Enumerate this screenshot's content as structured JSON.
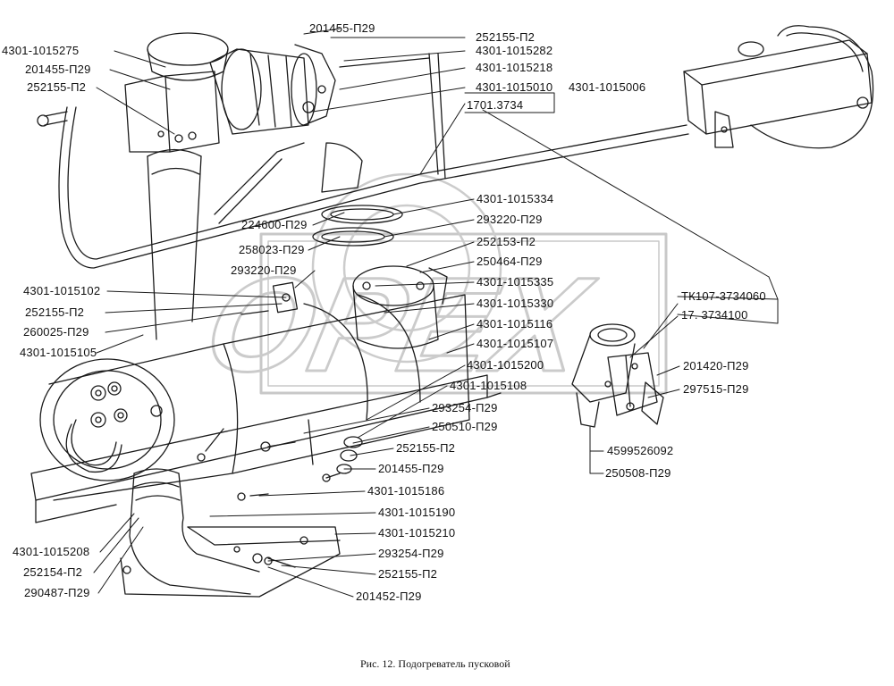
{
  "figure": {
    "caption": "Рис. 12. Подогреватель пусковой",
    "watermark": "OPEX",
    "colors": {
      "ink": "#1a1a1a",
      "paper": "#ffffff",
      "watermark": "#cfcfcf"
    }
  },
  "labels": [
    {
      "id": "l01",
      "text": "201455-П29"
    },
    {
      "id": "l02",
      "text": "252155-П2"
    },
    {
      "id": "l03",
      "text": "4301-1015275"
    },
    {
      "id": "l04",
      "text": "4301-1015282"
    },
    {
      "id": "l05",
      "text": "201455-П29"
    },
    {
      "id": "l06",
      "text": "4301-1015218"
    },
    {
      "id": "l07",
      "text": "252155-П2"
    },
    {
      "id": "l08",
      "text": "4301-1015010"
    },
    {
      "id": "l09",
      "text": "4301-1015006"
    },
    {
      "id": "l10",
      "text": "1701.3734"
    },
    {
      "id": "l11",
      "text": "4301-1015334"
    },
    {
      "id": "l12",
      "text": "293220-П29"
    },
    {
      "id": "l13",
      "text": "224600-П29"
    },
    {
      "id": "l14",
      "text": "252153-П2"
    },
    {
      "id": "l15",
      "text": "258023-П29"
    },
    {
      "id": "l16",
      "text": "250464-П29"
    },
    {
      "id": "l17",
      "text": "293220-П29"
    },
    {
      "id": "l18",
      "text": "4301-1015335"
    },
    {
      "id": "l19",
      "text": "4301-1015102"
    },
    {
      "id": "l20",
      "text": "4301-1015330"
    },
    {
      "id": "l21",
      "text": "ТК107-3734060"
    },
    {
      "id": "l22",
      "text": "252155-П2"
    },
    {
      "id": "l23",
      "text": "4301-1015116"
    },
    {
      "id": "l24",
      "text": "17. 3734100"
    },
    {
      "id": "l25",
      "text": "260025-П29"
    },
    {
      "id": "l26",
      "text": "4301-1015107"
    },
    {
      "id": "l27",
      "text": "4301-1015105"
    },
    {
      "id": "l28",
      "text": "4301-1015200"
    },
    {
      "id": "l29",
      "text": "201420-П29"
    },
    {
      "id": "l30",
      "text": "4301-1015108"
    },
    {
      "id": "l31",
      "text": "297515-П29"
    },
    {
      "id": "l32",
      "text": "293254-П29"
    },
    {
      "id": "l33",
      "text": "250510-П29"
    },
    {
      "id": "l34",
      "text": "4599526092"
    },
    {
      "id": "l35",
      "text": "252155-П2"
    },
    {
      "id": "l36",
      "text": "250508-П29"
    },
    {
      "id": "l37",
      "text": "201455-П29"
    },
    {
      "id": "l38",
      "text": "4301-1015186"
    },
    {
      "id": "l39",
      "text": "4301-1015190"
    },
    {
      "id": "l40",
      "text": "4301-1015210"
    },
    {
      "id": "l41",
      "text": "4301-1015208"
    },
    {
      "id": "l42",
      "text": "293254-П29"
    },
    {
      "id": "l43",
      "text": "252154-П2"
    },
    {
      "id": "l44",
      "text": "252155-П2"
    },
    {
      "id": "l45",
      "text": "290487-П29"
    },
    {
      "id": "l46",
      "text": "201452-П29"
    }
  ]
}
